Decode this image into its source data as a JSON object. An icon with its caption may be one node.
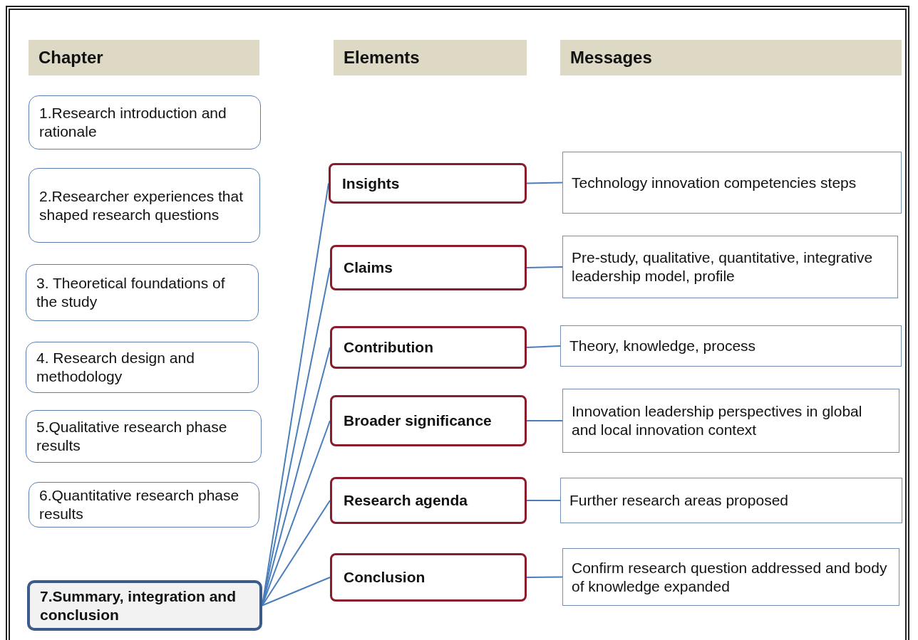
{
  "diagram": {
    "nodes": [
      {
        "text": [
          "Chapter"
        ]
      },
      {
        "text": [
          "Elements"
        ]
      },
      {
        "text": [
          "Messages"
        ]
      },
      {
        "text": [
          "1.Research introduction and rationale"
        ]
      },
      {
        "text": [
          "2.Researcher experiences that shaped research questions"
        ]
      },
      {
        "text": [
          "3. Theoretical foundations of the study"
        ]
      },
      {
        "text": [
          "4. Research design and methodology"
        ]
      },
      {
        "text": [
          "5.Qualitative research phase results"
        ]
      },
      {
        "text": [
          "6.Quantitative research phase results"
        ]
      },
      {
        "text": [
          "7.Summary, integration and conclusion"
        ]
      },
      {
        "text": [
          "Insights"
        ]
      },
      {
        "text": [
          "Technology innovation  competencies steps"
        ]
      },
      {
        "text": [
          "Claims"
        ]
      },
      {
        "text": [
          "Pre-study, qualitative, quantitative, integrative leadership model, profile"
        ]
      },
      {
        "text": [
          "Contribution"
        ]
      },
      {
        "text": [
          "Theory, knowledge, process"
        ]
      },
      {
        "text": [
          "Broader significance"
        ]
      },
      {
        "text": [
          "Innovation leadership perspectives in global and local innovation  context"
        ]
      },
      {
        "text": [
          "Research agenda"
        ]
      },
      {
        "text": [
          "Further research areas proposed"
        ]
      },
      {
        "text": [
          "Conclusion"
        ]
      },
      {
        "text": [
          "Confirm research question addressed and body of knowledge expanded"
        ]
      }
    ],
    "edges": [
      {
        "from": 9,
        "to": 10,
        "arrow": "none"
      },
      {
        "from": 9,
        "to": 12,
        "arrow": "none"
      },
      {
        "from": 9,
        "to": 14,
        "arrow": "none"
      },
      {
        "from": 9,
        "to": 16,
        "arrow": "none"
      },
      {
        "from": 9,
        "to": 18,
        "arrow": "none"
      },
      {
        "from": 9,
        "to": 20,
        "arrow": "none"
      },
      {
        "from": 10,
        "to": 11,
        "arrow": "none"
      },
      {
        "from": 12,
        "to": 13,
        "arrow": "none"
      },
      {
        "from": 14,
        "to": 15,
        "arrow": "none"
      },
      {
        "from": 16,
        "to": 17,
        "arrow": "none"
      },
      {
        "from": 18,
        "to": 19,
        "arrow": "none"
      },
      {
        "from": 20,
        "to": 21,
        "arrow": "none"
      }
    ]
  }
}
